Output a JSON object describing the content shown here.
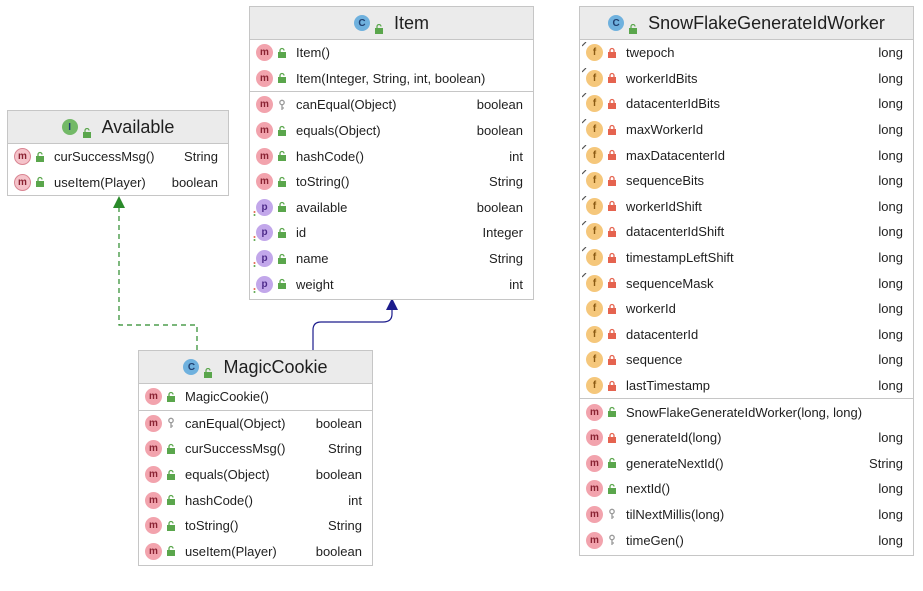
{
  "colors": {
    "header_bg": "#ebebeb",
    "border": "#c6c6c6",
    "class_badge": "#6fb1de",
    "interface_badge": "#73b967",
    "method_badge": "#f2a3ad",
    "property_badge": "#c2a7ea",
    "field_badge": "#f5c77b",
    "public_green": "#5aa64c",
    "private_red": "#e5634f",
    "protected_grey": "#9a9a9a",
    "inheritance_arrow": "#1c1c8c",
    "realization_arrow": "#2a8a2a"
  },
  "diagram": {
    "available": {
      "name": "Available",
      "kind_badge": "I",
      "members": [
        {
          "badge": "m-abstract",
          "visibility": "public",
          "name": "curSuccessMsg()",
          "type": "String"
        },
        {
          "badge": "m-abstract",
          "visibility": "public",
          "name": "useItem(Player)",
          "type": "boolean"
        }
      ]
    },
    "item": {
      "name": "Item",
      "kind_badge": "C",
      "constructors": [
        {
          "badge": "m",
          "visibility": "public",
          "name": "Item()",
          "type": ""
        },
        {
          "badge": "m",
          "visibility": "public",
          "name": "Item(Integer, String, int, boolean)",
          "type": ""
        }
      ],
      "methods": [
        {
          "badge": "m",
          "visibility": "protected",
          "name": "canEqual(Object)",
          "type": "boolean"
        },
        {
          "badge": "m",
          "visibility": "public",
          "name": "equals(Object)",
          "type": "boolean"
        },
        {
          "badge": "m",
          "visibility": "public",
          "name": "hashCode()",
          "type": "int"
        },
        {
          "badge": "m",
          "visibility": "public",
          "name": "toString()",
          "type": "String"
        },
        {
          "badge": "p",
          "visibility": "public",
          "name": "available",
          "type": "boolean"
        },
        {
          "badge": "p",
          "visibility": "public",
          "name": "id",
          "type": "Integer"
        },
        {
          "badge": "p",
          "visibility": "public",
          "name": "name",
          "type": "String"
        },
        {
          "badge": "p",
          "visibility": "public",
          "name": "weight",
          "type": "int"
        }
      ]
    },
    "magic_cookie": {
      "name": "MagicCookie",
      "kind_badge": "C",
      "constructors": [
        {
          "badge": "m",
          "visibility": "public",
          "name": "MagicCookie()",
          "type": ""
        }
      ],
      "methods": [
        {
          "badge": "m",
          "visibility": "protected",
          "name": "canEqual(Object)",
          "type": "boolean"
        },
        {
          "badge": "m",
          "visibility": "public",
          "name": "curSuccessMsg()",
          "type": "String"
        },
        {
          "badge": "m",
          "visibility": "public",
          "name": "equals(Object)",
          "type": "boolean"
        },
        {
          "badge": "m",
          "visibility": "public",
          "name": "hashCode()",
          "type": "int"
        },
        {
          "badge": "m",
          "visibility": "public",
          "name": "toString()",
          "type": "String"
        },
        {
          "badge": "m",
          "visibility": "public",
          "name": "useItem(Player)",
          "type": "boolean"
        }
      ]
    },
    "snowflake": {
      "name": "SnowFlakeGenerateIdWorker",
      "kind_badge": "C",
      "fields": [
        {
          "badge": "f-static",
          "visibility": "private",
          "name": "twepoch",
          "type": "long"
        },
        {
          "badge": "f-static",
          "visibility": "private",
          "name": "workerIdBits",
          "type": "long"
        },
        {
          "badge": "f-static",
          "visibility": "private",
          "name": "datacenterIdBits",
          "type": "long"
        },
        {
          "badge": "f-static",
          "visibility": "private",
          "name": "maxWorkerId",
          "type": "long"
        },
        {
          "badge": "f-static",
          "visibility": "private",
          "name": "maxDatacenterId",
          "type": "long"
        },
        {
          "badge": "f-static",
          "visibility": "private",
          "name": "sequenceBits",
          "type": "long"
        },
        {
          "badge": "f-static",
          "visibility": "private",
          "name": "workerIdShift",
          "type": "long"
        },
        {
          "badge": "f-static",
          "visibility": "private",
          "name": "datacenterIdShift",
          "type": "long"
        },
        {
          "badge": "f-static",
          "visibility": "private",
          "name": "timestampLeftShift",
          "type": "long"
        },
        {
          "badge": "f-static",
          "visibility": "private",
          "name": "sequenceMask",
          "type": "long"
        },
        {
          "badge": "f",
          "visibility": "private",
          "name": "workerId",
          "type": "long"
        },
        {
          "badge": "f",
          "visibility": "private",
          "name": "datacenterId",
          "type": "long"
        },
        {
          "badge": "f",
          "visibility": "private",
          "name": "sequence",
          "type": "long"
        },
        {
          "badge": "f",
          "visibility": "private",
          "name": "lastTimestamp",
          "type": "long"
        }
      ],
      "methods": [
        {
          "badge": "m",
          "visibility": "public",
          "name": "SnowFlakeGenerateIdWorker(long, long)",
          "type": ""
        },
        {
          "badge": "m",
          "visibility": "private",
          "name": "generateId(long)",
          "type": "long"
        },
        {
          "badge": "m",
          "visibility": "public",
          "name": "generateNextId()",
          "type": "String"
        },
        {
          "badge": "m",
          "visibility": "public",
          "name": "nextId()",
          "type": "long"
        },
        {
          "badge": "m",
          "visibility": "protected",
          "name": "tilNextMillis(long)",
          "type": "long"
        },
        {
          "badge": "m",
          "visibility": "protected",
          "name": "timeGen()",
          "type": "long"
        }
      ]
    }
  }
}
